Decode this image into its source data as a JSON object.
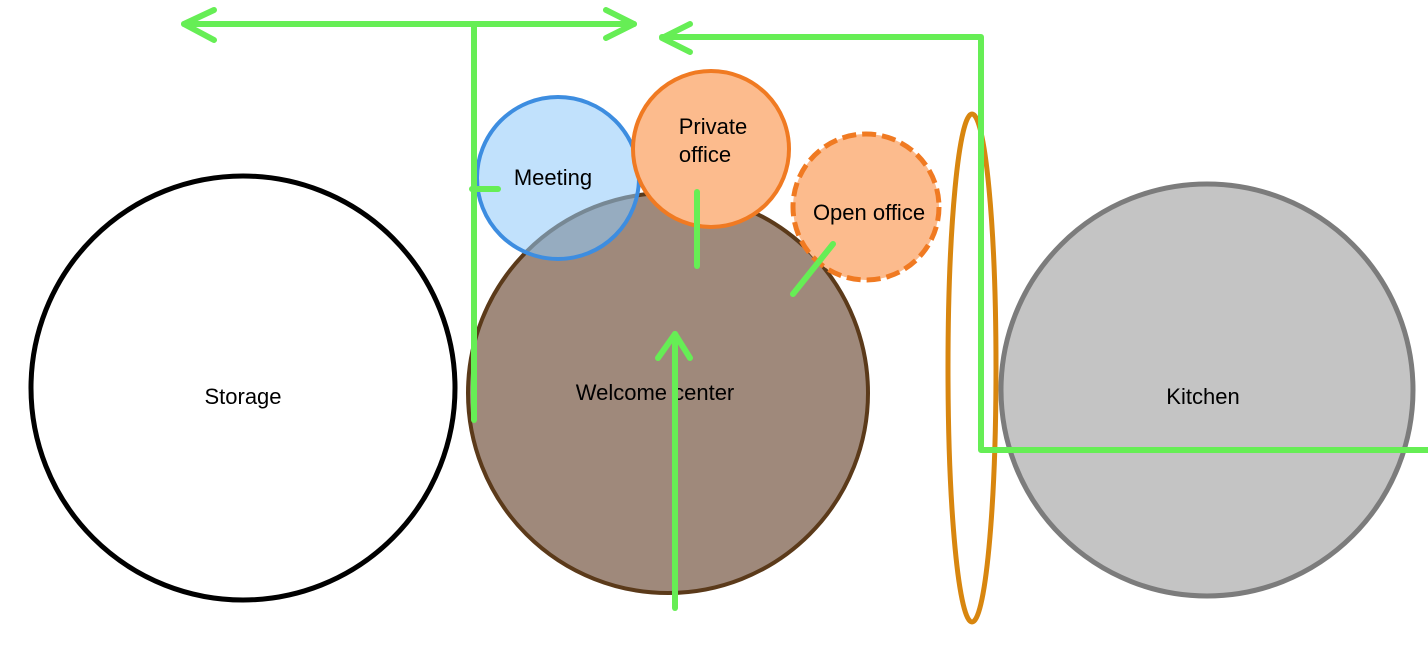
{
  "diagram": {
    "zones": {
      "storage": {
        "label": "Storage",
        "fill": "#ffffff",
        "stroke": "#000000"
      },
      "welcome_center": {
        "label": "Welcome center",
        "fill": "#9f897b",
        "stroke": "#5b3a1a"
      },
      "meeting": {
        "label": "Meeting",
        "fill": "#8ec9fa",
        "stroke": "#3d8de0"
      },
      "private_office": {
        "label_line1": "Private",
        "label_line2": "office",
        "fill": "#fcbb8d",
        "stroke": "#f07a22"
      },
      "open_office": {
        "label": "Open office",
        "fill": "#fcbb8d",
        "stroke": "#f07a22",
        "border_style": "dashed"
      },
      "kitchen": {
        "label": "Kitchen",
        "fill": "#c4c4c4",
        "stroke": "#7c7c7c"
      }
    },
    "connector_color": "#66ee55",
    "boundary_color": "#d8860f"
  }
}
